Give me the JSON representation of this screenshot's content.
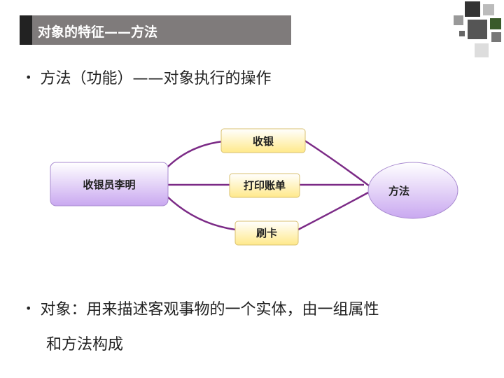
{
  "title": "对象的特征——方法",
  "bullet1": "方法（功能）——对象执行的操作",
  "diagram": {
    "left_node": "收银员李明",
    "actions": [
      "收银",
      "打印账单",
      "刷卡"
    ],
    "right_node": "方法"
  },
  "bullet2_line1": "对象：用来描述客观事物的一个实体，由一组属性",
  "bullet2_line2": "和方法构成",
  "colors": {
    "title_bg": "#7f7b7b",
    "node_lavender": "#dcc7f3",
    "node_yellow": "#fff4b8",
    "connector": "#7b2a86"
  }
}
